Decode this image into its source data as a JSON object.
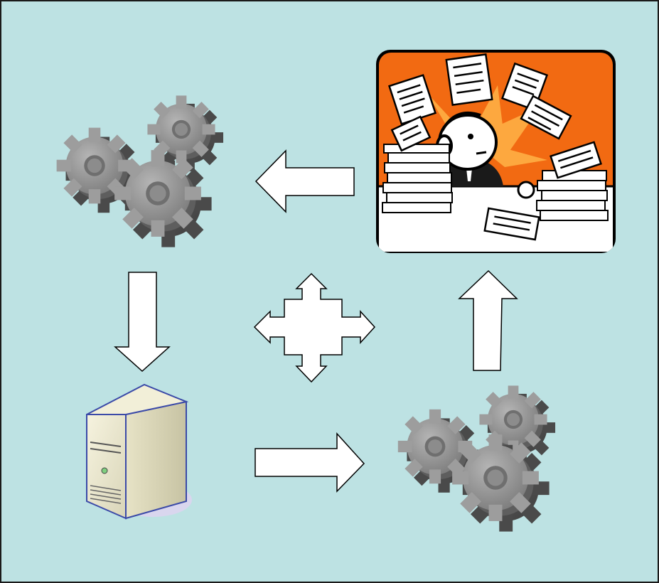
{
  "diagram": {
    "background_color": "#bde2e3",
    "frame_color": "#1a1a1a",
    "arrow_fill": "#ffffff",
    "arrow_stroke": "#000000",
    "gear_color": "#8a8a8a",
    "illustration_background": "#f26a12",
    "nodes": [
      {
        "id": "gears-top-left",
        "icon": "gears-icon"
      },
      {
        "id": "overwhelmed-worker",
        "icon": "office-worker-paperwork-icon"
      },
      {
        "id": "server",
        "icon": "server-tower-icon"
      },
      {
        "id": "gears-bottom-right",
        "icon": "gears-icon"
      }
    ],
    "connectors": [
      {
        "from": "overwhelmed-worker",
        "to": "gears-top-left",
        "icon": "arrow-left-icon"
      },
      {
        "from": "gears-top-left",
        "to": "server",
        "icon": "arrow-down-icon"
      },
      {
        "from": "server",
        "to": "gears-bottom-right",
        "icon": "arrow-right-icon"
      },
      {
        "from": "gears-bottom-right",
        "to": "overwhelmed-worker",
        "icon": "arrow-up-icon"
      },
      {
        "from": "center",
        "to": "all",
        "icon": "four-way-arrow-icon"
      }
    ]
  }
}
